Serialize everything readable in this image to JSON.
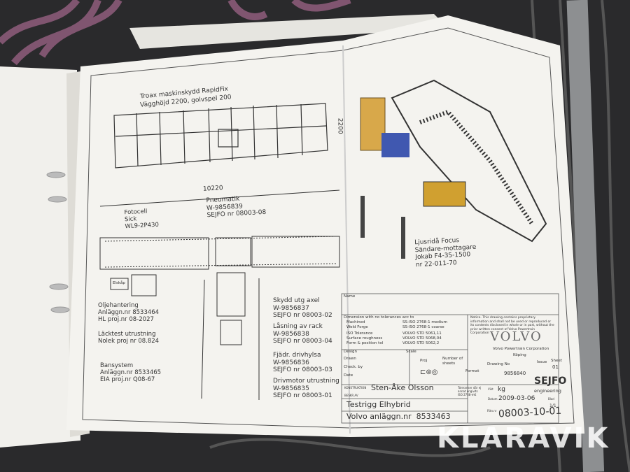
{
  "drawing": {
    "elevation_title": "Troax maskinskydd RapidFix",
    "elevation_subtitle": "Vägghöjd 2200, golvspel 200",
    "height_dim": "2200",
    "width_dim": "10220",
    "callouts": {
      "pneumatik": [
        "Pneumatik",
        "W-9856839",
        "SEJFO nr 08003-08"
      ],
      "fotocell": [
        "Fotocell",
        "Sick",
        "WL9-2P430"
      ],
      "elskap": "Elskåp",
      "oljehantering": [
        "Oljehantering",
        "Anläggn.nr 8533464",
        "HL proj.nr 08-2027"
      ],
      "lacktest": [
        "Läcktest utrustning",
        "Nolek proj nr 08.824"
      ],
      "bansystem": [
        "Bansystem",
        "Anläggn.nr 8533465",
        "EIA proj.nr Q08-67"
      ],
      "skydd": [
        "Skydd utg axel",
        "W-9856837",
        "SEJFO nr 08003-02"
      ],
      "lasning": [
        "Låsning av rack",
        "W-9856838",
        "SEJFO nr 08003-04"
      ],
      "fjadr": [
        "Fjädr. drivhylsa",
        "W-9856836",
        "SEJFO nr 08003-03"
      ],
      "drivmotor": [
        "Drivmotor utrustning",
        "W-9856835",
        "SEJFO nr 08003-01"
      ],
      "ljusrida": [
        "Ljusridå Focus",
        "Sändare-mottagare",
        "Jokab F4-35-1500",
        "nr 22-011-70"
      ]
    }
  },
  "title_block": {
    "name_label": "Name",
    "tolerance_header": "Dimension with no tolerances acc to",
    "tolerances": [
      [
        "Machined",
        "SS-ISO 2768-1 medium"
      ],
      [
        "Weld Forge",
        "SS-ISO 2768-1 coarse"
      ],
      [
        "ISO Tolerance",
        "VOLVO STD 5061,11"
      ],
      [
        "Surface roughness",
        "VOLVO STD 5068,04"
      ],
      [
        "Form & position tol",
        "VOLVO STD 5062,2"
      ]
    ],
    "notice": "Notice. This drawing contains proprietary information and shall not be used or reproduced or its contents disclosed in whole or in part, without the prior written consent of Volvo Powertrain Corporation",
    "design_label": "Design",
    "scale_label": "Scale",
    "drawn_label": "Drawn",
    "proj_label": "Proj",
    "sheets_label": "Number of sheets",
    "check_label": "Check. by",
    "date_label": "Date",
    "format_label": "Format",
    "volvo_logo": "VOLVO",
    "company": "Volvo Powertrain Corporation",
    "city": "Köping",
    "drawing_no_label": "Drawing No",
    "drawing_no": "9856840",
    "issue_label": "Issue",
    "sheet_label": "Sheet",
    "sheet": "01",
    "konstruktion_label": "KONSTRUKTION",
    "konstruktion": "Sten-Åke Olsson",
    "besk_label": "BESKR.AV",
    "tol_note": "Toleranser där ej annat angivits ISO 2768-mK",
    "vikt_label": "Vikt",
    "vikt": "kg",
    "datum_label": "Datum",
    "datum": "2009-03-06",
    "sejfo": "SEJFO",
    "sejfo_sub": "engineering",
    "blad_label": "Blad",
    "blad": "1/1",
    "ritn_label": "Ritn.nr",
    "ritn": "08003-10-01",
    "title1": "Testrigg Elhybrid",
    "title2": "Volvo anläggn.nr  8533463"
  },
  "watermark": "KLARAVIK"
}
